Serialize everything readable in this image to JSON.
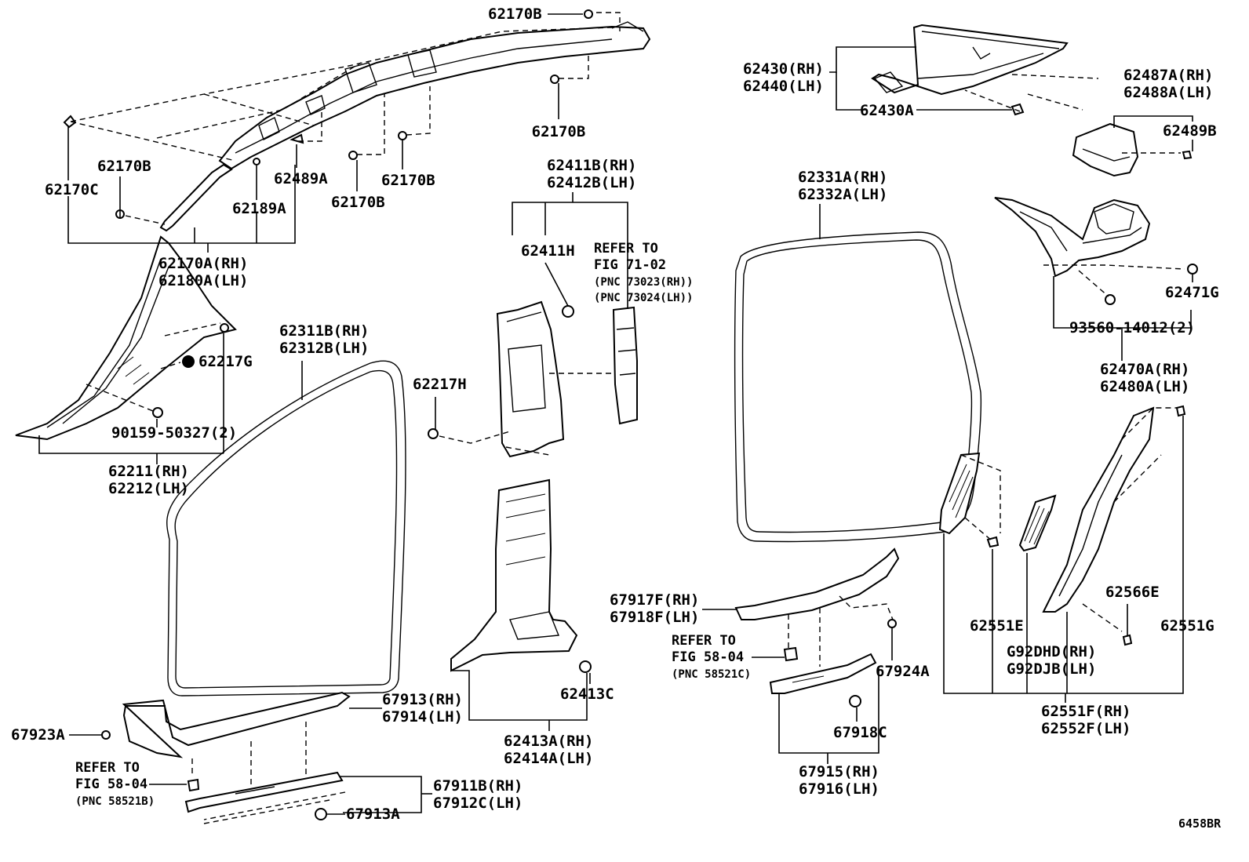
{
  "labels": [
    {
      "id": "l-62170b-top",
      "lines": [
        "62170B"
      ]
    },
    {
      "id": "l-62170b-right",
      "lines": [
        "62170B"
      ]
    },
    {
      "id": "l-62170b-left",
      "lines": [
        "62170B"
      ]
    },
    {
      "id": "l-62170c",
      "lines": [
        "62170C"
      ]
    },
    {
      "id": "l-62489a",
      "lines": [
        "62489A"
      ]
    },
    {
      "id": "l-62170b-mid",
      "lines": [
        "62170B"
      ]
    },
    {
      "id": "l-62170b-low",
      "lines": [
        "62170B"
      ]
    },
    {
      "id": "l-62189a",
      "lines": [
        "62189A"
      ]
    },
    {
      "id": "l-62170a",
      "lines": [
        "62170A(RH)",
        "62180A(LH)"
      ]
    },
    {
      "id": "l-62430",
      "lines": [
        "62430(RH)",
        "62440(LH)"
      ]
    },
    {
      "id": "l-62430a",
      "lines": [
        "62430A"
      ]
    },
    {
      "id": "l-62487a",
      "lines": [
        "62487A(RH)",
        "62488A(LH)"
      ]
    },
    {
      "id": "l-62489b",
      "lines": [
        "62489B"
      ]
    },
    {
      "id": "l-62411b",
      "lines": [
        "62411B(RH)",
        "62412B(LH)"
      ]
    },
    {
      "id": "l-62411h",
      "lines": [
        "62411H"
      ]
    },
    {
      "id": "l-62331a",
      "lines": [
        "62331A(RH)",
        "62332A(LH)"
      ]
    },
    {
      "id": "l-62471g",
      "lines": [
        "62471G"
      ]
    },
    {
      "id": "l-93560",
      "lines": [
        "93560-14012(2)"
      ]
    },
    {
      "id": "l-62470a",
      "lines": [
        "62470A(RH)",
        "62480A(LH)"
      ]
    },
    {
      "id": "l-62217g",
      "lines": [
        "62217G"
      ]
    },
    {
      "id": "l-62311b",
      "lines": [
        "62311B(RH)",
        "62312B(LH)"
      ]
    },
    {
      "id": "l-90159",
      "lines": [
        "90159-50327(2)"
      ]
    },
    {
      "id": "l-62211",
      "lines": [
        "62211(RH)",
        "62212(LH)"
      ]
    },
    {
      "id": "l-62217h",
      "lines": [
        "62217H"
      ]
    },
    {
      "id": "l-62566e",
      "lines": [
        "62566E"
      ]
    },
    {
      "id": "l-62551e",
      "lines": [
        "62551E"
      ]
    },
    {
      "id": "l-62551g",
      "lines": [
        "62551G"
      ]
    },
    {
      "id": "l-g92dhd",
      "lines": [
        "G92DHD(RH)",
        "G92DJB(LH)"
      ]
    },
    {
      "id": "l-62551f",
      "lines": [
        "62551F(RH)",
        "62552F(LH)"
      ]
    },
    {
      "id": "l-67917f",
      "lines": [
        "67917F(RH)",
        "67918F(LH)"
      ]
    },
    {
      "id": "l-67924a",
      "lines": [
        "67924A"
      ]
    },
    {
      "id": "l-67918c",
      "lines": [
        "67918C"
      ]
    },
    {
      "id": "l-67915",
      "lines": [
        "67915(RH)",
        "67916(LH)"
      ]
    },
    {
      "id": "l-62413c",
      "lines": [
        "62413C"
      ]
    },
    {
      "id": "l-62413a",
      "lines": [
        "62413A(RH)",
        "62414A(LH)"
      ]
    },
    {
      "id": "l-67913",
      "lines": [
        "67913(RH)",
        "67914(LH)"
      ]
    },
    {
      "id": "l-67923a",
      "lines": [
        "67923A"
      ]
    },
    {
      "id": "l-67911b",
      "lines": [
        "67911B(RH)",
        "67912C(LH)"
      ]
    },
    {
      "id": "l-67913a",
      "lines": [
        "67913A"
      ]
    }
  ],
  "refs": [
    {
      "id": "r-fig71",
      "lines": [
        "REFER TO",
        "FIG 71-02"
      ],
      "pnc": [
        "(PNC 73023(RH))",
        "(PNC 73024(LH))"
      ]
    },
    {
      "id": "r-fig58-right",
      "lines": [
        "REFER TO",
        "FIG 58-04"
      ],
      "pnc": [
        "(PNC 58521C)"
      ]
    },
    {
      "id": "r-fig58-left",
      "lines": [
        "REFER TO",
        "FIG 58-04"
      ],
      "pnc": [
        "(PNC 58521B)"
      ]
    }
  ],
  "figure_code": "6458BR"
}
